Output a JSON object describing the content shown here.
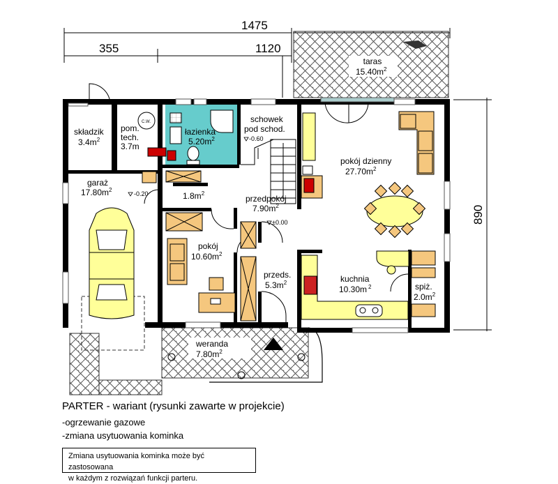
{
  "dimensions": {
    "total_width": "1475",
    "garage_width": "355",
    "house_width": "1120",
    "depth": "890"
  },
  "rooms": {
    "skladzik": {
      "name": "składzik",
      "area": "3.4m",
      "sup": "2"
    },
    "pom_tech": {
      "name1": "pom.",
      "name2": "tech.",
      "area": "3.7m",
      "cw": "C.W."
    },
    "lazienka": {
      "name": "łazienka",
      "area": "5.20m",
      "sup": "2"
    },
    "schowek": {
      "name1": "schowek",
      "name2": "pod schod.",
      "level": "-0.60"
    },
    "pokoj_dzienny": {
      "name": "pokój dzienny",
      "area": "27.70m",
      "sup": "2"
    },
    "garaz": {
      "name": "garaż",
      "area": "17.80m",
      "sup": "2",
      "level": "-0.20"
    },
    "hall_small": {
      "area": "1.8m",
      "sup": "2"
    },
    "przedpokoj": {
      "name": "przedpokój",
      "area": "7.90m",
      "sup": "2",
      "level": "±0.00"
    },
    "pokoj": {
      "name": "pokój",
      "area": "10.60m",
      "sup": "2"
    },
    "przeds": {
      "name": "przeds.",
      "area": "5.3m",
      "sup": "2"
    },
    "kuchnia": {
      "name": "kuchnia",
      "area": "10.30m",
      "sup": "2"
    },
    "spiz": {
      "name": "spiż.",
      "area": "2.0m",
      "sup": "2"
    },
    "weranda": {
      "name": "weranda",
      "area": "7.80m",
      "sup": "2"
    },
    "taras": {
      "name": "taras",
      "area": "15.40m",
      "sup": "2"
    }
  },
  "caption": {
    "title": "PARTER  -  wariant  (rysunki zawarte w projekcie)",
    "note1": "-ogrzewanie gazowe",
    "note2": "-zmiana usytuowania kominka",
    "box_line1": "Zmiana usytuowania kominka może być zastosowana",
    "box_line2": "w każdym z rozwiązań funkcji parteru."
  },
  "colors": {
    "wall": "#000000",
    "bathroom": "#66cccc",
    "furniture": "#f5c77e",
    "kitchen": "#ffff99",
    "car": "#ffff99",
    "hatch": "#555555",
    "window": "#aacccc"
  }
}
